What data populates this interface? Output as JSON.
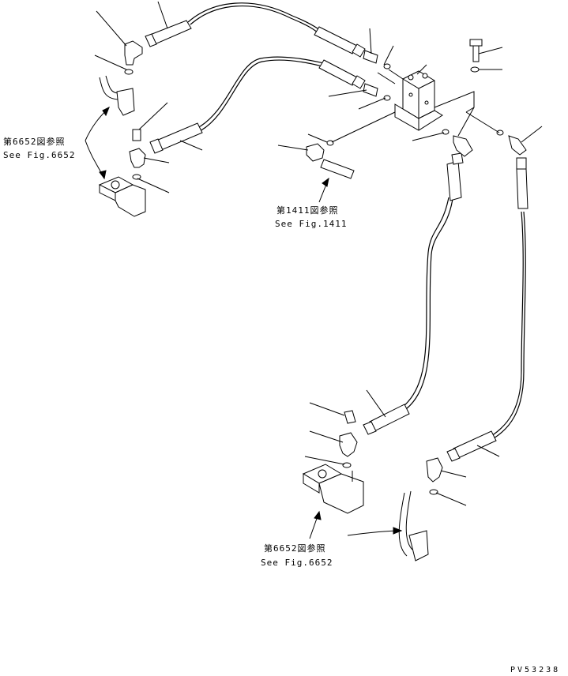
{
  "references": [
    {
      "jp": "第6652図参照",
      "en": "See Fig.6652"
    },
    {
      "jp": "第1411図参照",
      "en": "See Fig.1411"
    },
    {
      "jp": "第6652図参照",
      "en": "See Fig.6652"
    }
  ],
  "drawing_code": "PV53238"
}
